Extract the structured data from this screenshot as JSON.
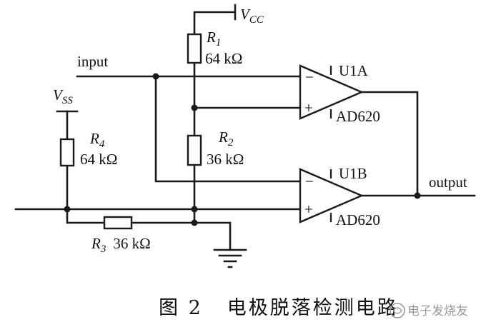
{
  "labels": {
    "vcc": {
      "main": "V",
      "sub": "CC"
    },
    "vss": {
      "main": "V",
      "sub": "SS"
    },
    "input": "input",
    "output": "output"
  },
  "resistors": [
    {
      "id": "R1",
      "name": "R",
      "sub": "1",
      "value": "64 kΩ"
    },
    {
      "id": "R2",
      "name": "R",
      "sub": "2",
      "value": "36 kΩ"
    },
    {
      "id": "R3",
      "name": "R",
      "sub": "3",
      "value": "36 kΩ"
    },
    {
      "id": "R4",
      "name": "R",
      "sub": "4",
      "value": "64 kΩ"
    }
  ],
  "opamps": [
    {
      "designator": "U1A",
      "part": "AD620",
      "inv": "−",
      "noninv": "+"
    },
    {
      "designator": "U1B",
      "part": "AD620",
      "inv": "−",
      "noninv": "+"
    }
  ],
  "caption": {
    "figure": "图 2",
    "title": "电极脱落检测电路"
  },
  "watermark": "电子发烧友"
}
